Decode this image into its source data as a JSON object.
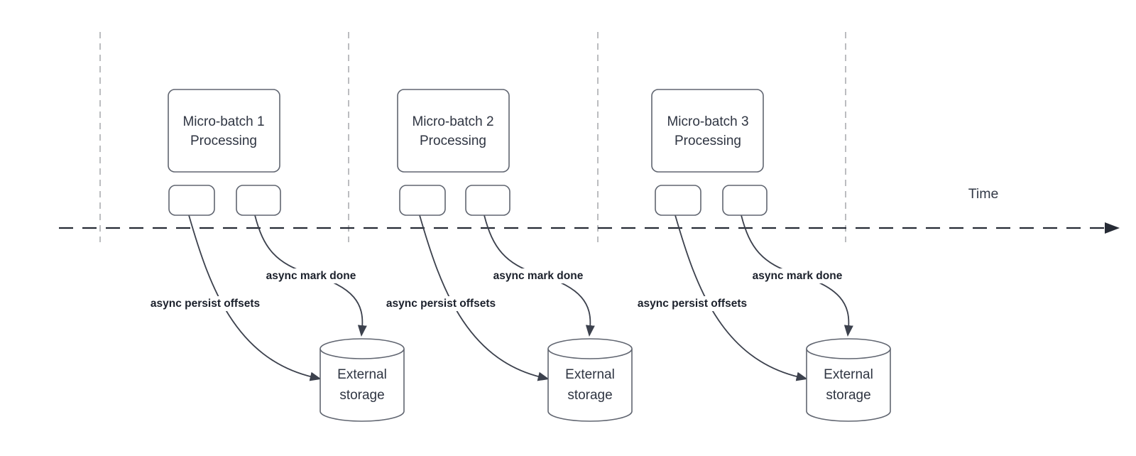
{
  "diagram": {
    "time_axis_label": "Time",
    "colors": {
      "background": "#ffffff",
      "guide_line": "#b4b6ba",
      "axis_line": "#262b35",
      "shape_border": "#606570",
      "connector": "#3c414d",
      "shape_text": "#2f3542",
      "annotation_text": "#1b202b"
    },
    "groups": [
      {
        "box": {
          "line1": "Micro-batch 1",
          "line2": "Processing"
        },
        "labels": {
          "persist": "async persist offsets",
          "done": "async mark done"
        },
        "storage": {
          "line1": "External",
          "line2": "storage"
        }
      },
      {
        "box": {
          "line1": "Micro-batch 2",
          "line2": "Processing"
        },
        "labels": {
          "persist": "async persist offsets",
          "done": "async mark done"
        },
        "storage": {
          "line1": "External",
          "line2": "storage"
        }
      },
      {
        "box": {
          "line1": "Micro-batch 3",
          "line2": "Processing"
        },
        "labels": {
          "persist": "async persist offsets",
          "done": "async mark done"
        },
        "storage": {
          "line1": "External",
          "line2": "storage"
        }
      }
    ]
  }
}
